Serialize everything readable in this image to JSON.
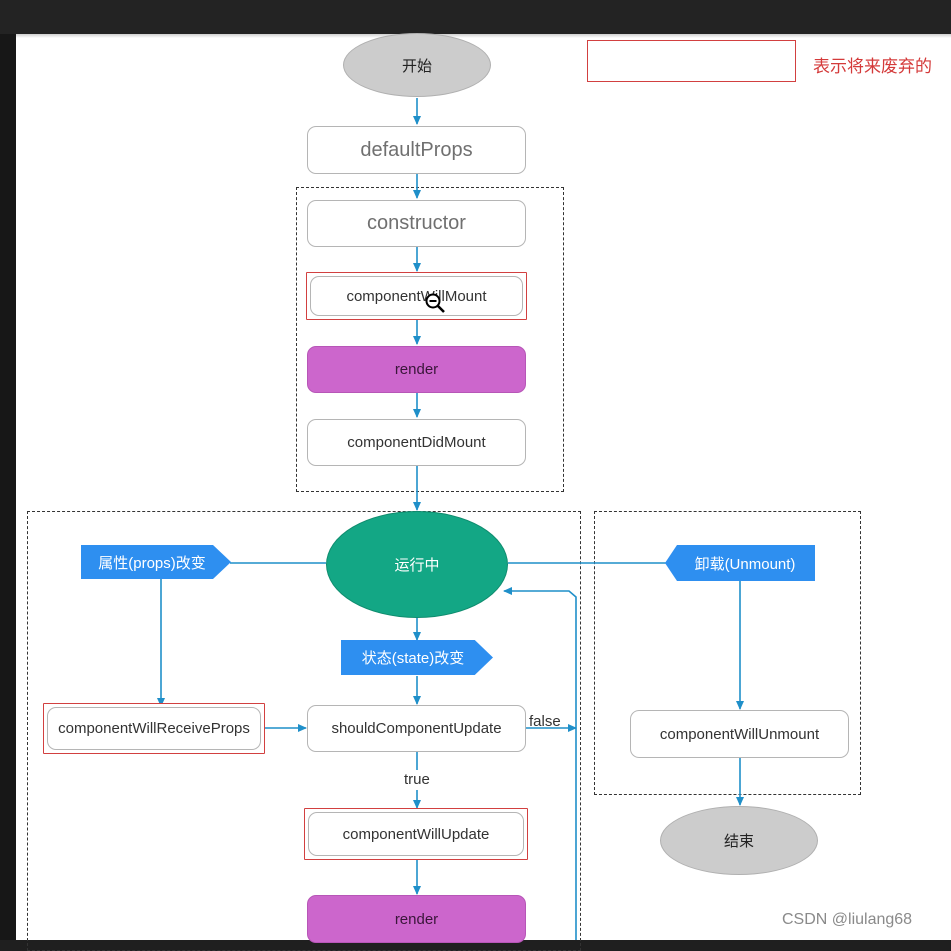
{
  "legend": {
    "text": "表示将来废弃的"
  },
  "mount": {
    "start": "开始",
    "default_props": "defaultProps",
    "constructor": "constructor",
    "will_mount": "componentWillMount",
    "render": "render",
    "did_mount": "componentDidMount"
  },
  "running": {
    "label": "运行中",
    "props_change": "属性(props)改变",
    "state_change": "状态(state)改变",
    "will_receive_props": "componentWillReceiveProps",
    "should_update": "shouldComponentUpdate",
    "false_label": "false",
    "true_label": "true",
    "will_update": "componentWillUpdate",
    "render": "render"
  },
  "unmount": {
    "label": "卸载(Unmount)",
    "will_unmount": "componentWillUnmount",
    "end": "结束"
  },
  "watermark": "CSDN @liulang68",
  "colors": {
    "flow_line": "#1f8fc9",
    "deprecated_outline": "#d24040",
    "render_fill": "#cc66cc",
    "running_fill": "#13a785",
    "event_tag": "#2e8ff0",
    "terminal_fill": "#cccccc"
  }
}
